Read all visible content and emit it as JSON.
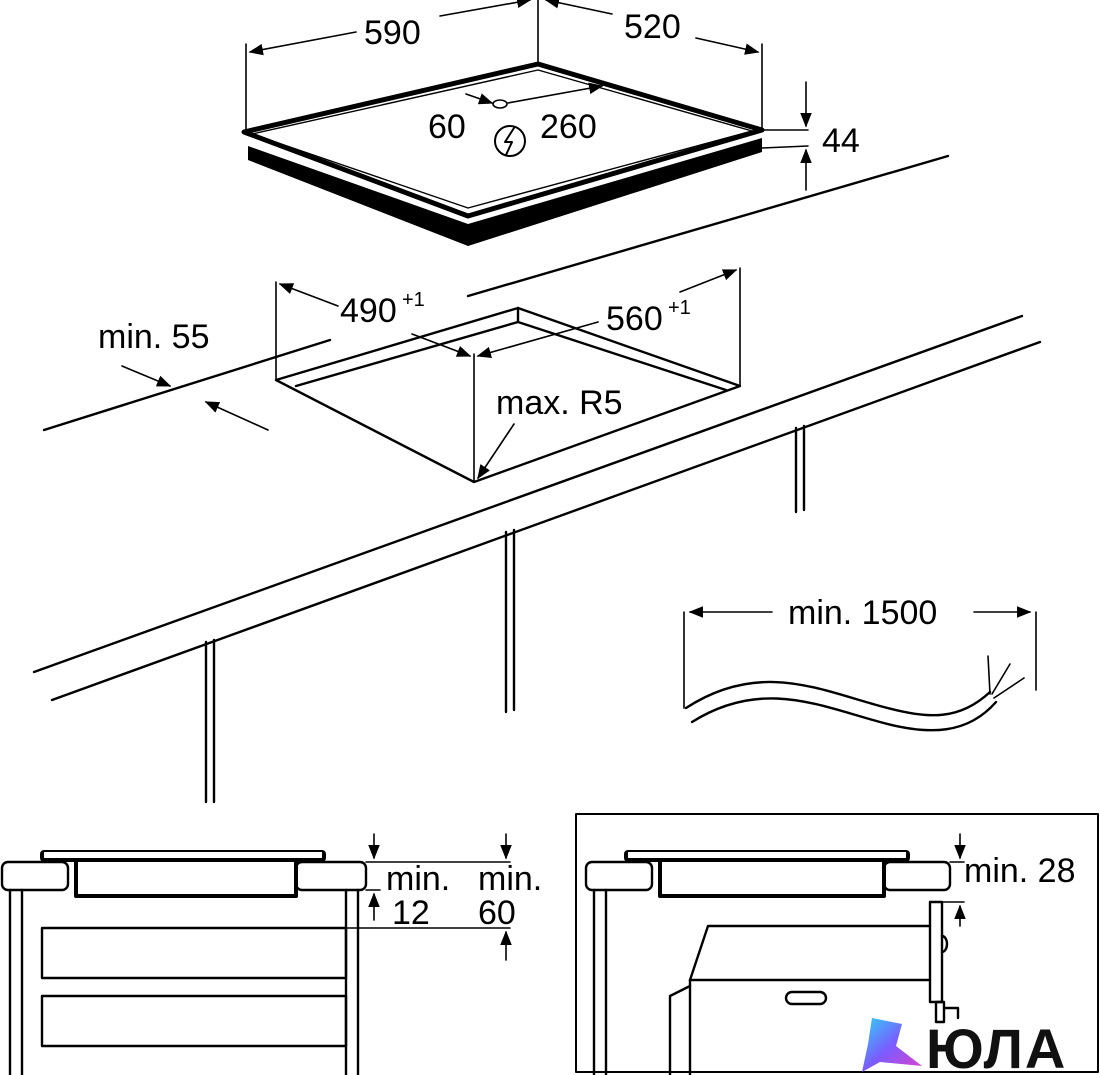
{
  "labels": {
    "hob_width": "590",
    "hob_depth": "520",
    "offset_left": "60",
    "offset_right": "260",
    "hob_height": "44",
    "cutout_depth": "490",
    "cutout_width": "560",
    "tolerance": "+1",
    "min_front": "min. 55",
    "corner_radius": "max. R5",
    "cable_length": "min. 1500",
    "gap_min_label": "min.",
    "gap_12": "12",
    "gap_60": "60",
    "gap_oven": "min. 28"
  },
  "watermark": {
    "text": "ЮЛА",
    "colors": [
      "#2fd1f5",
      "#7b5cff",
      "#e040c8"
    ]
  },
  "icons": {
    "power": "lightning-circle-icon"
  }
}
